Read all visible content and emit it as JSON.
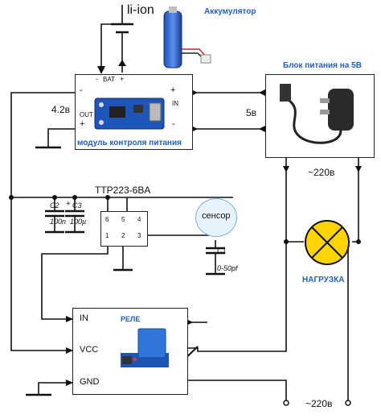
{
  "battery": {
    "label": "li-ion",
    "caption": "Аккумулятор"
  },
  "charger": {
    "caption": "модуль контроля питания",
    "pins": {
      "bat_minus": "-",
      "bat": "BAT",
      "bat_plus": "+",
      "out": "OUT",
      "in": "IN",
      "out_minus": "-",
      "out_plus": "+",
      "in_plus": "+",
      "in_minus": "-"
    }
  },
  "voltages": {
    "charger_out": "4.2в",
    "psu_out": "5в",
    "mains_top": "~220в",
    "mains_bottom": "~220в"
  },
  "power_supply": {
    "caption": "Блок питания на 5В"
  },
  "ttp": {
    "label": "TTP223-6BA",
    "pins": [
      "6",
      "5",
      "4",
      "1",
      "2",
      "3"
    ]
  },
  "capacitors": [
    {
      "name": "C2",
      "value": "100n"
    },
    {
      "name": "C3",
      "value": "100µ"
    },
    {
      "name": "C1",
      "value": "0-50pf"
    }
  ],
  "sensor": {
    "label": "сенсор"
  },
  "relay": {
    "caption": "РЕЛЕ",
    "pins": {
      "in": "IN",
      "vcc": "VCC",
      "gnd": "GND"
    }
  },
  "load": {
    "caption": "НАГРУЗКА"
  },
  "colors": {
    "accent_blue": "#2060c0",
    "lamp_yellow": "#ffd400",
    "cap_plus": "+"
  }
}
